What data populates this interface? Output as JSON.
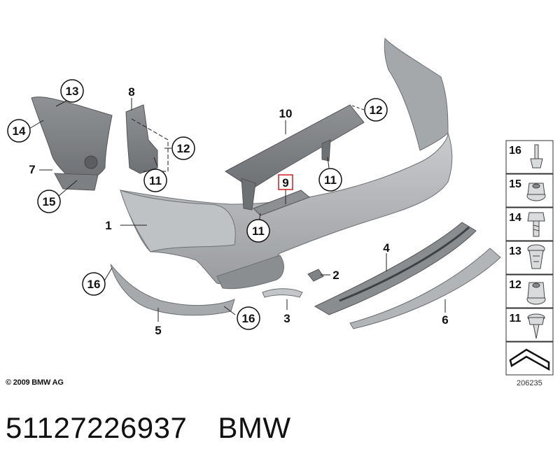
{
  "diagram": {
    "callouts": {
      "c1": "1",
      "c2": "2",
      "c3": "3",
      "c4": "4",
      "c5": "5",
      "c6": "6",
      "c7": "7",
      "c8": "8",
      "c9": "9",
      "c10": "10",
      "c11a": "11",
      "c11b": "11",
      "c11c": "11",
      "c12a": "12",
      "c12b": "12",
      "c13": "13",
      "c14": "14",
      "c15": "15",
      "c16a": "16",
      "c16b": "16"
    },
    "legend": [
      "16",
      "15",
      "14",
      "13",
      "12",
      "11"
    ],
    "highlight_color": "#d21f1f",
    "copyright": "© 2009 BMW AG",
    "diagram_id": "206235"
  },
  "caption": {
    "part_number": "51127226937",
    "brand": "BMW"
  }
}
